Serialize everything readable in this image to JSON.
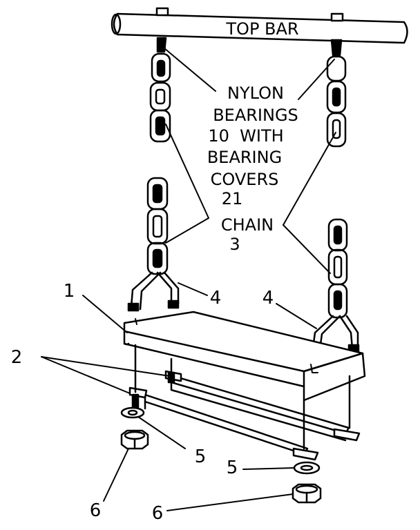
{
  "labels": {
    "top_bar": "TOP BAR",
    "bearings": [
      "NYLON",
      "BEARINGS",
      "10  WITH",
      "BEARING",
      "COVERS",
      "21"
    ],
    "chain": [
      "CHAIN",
      "3"
    ],
    "num_1": "1",
    "num_2": "2",
    "num_4_left": "4",
    "num_4_right": "4",
    "num_5_left": "5",
    "num_5_right": "5",
    "num_6_left": "6",
    "num_6_right": "6"
  },
  "colors": {
    "ink": "#000000",
    "paper": "#ffffff"
  }
}
